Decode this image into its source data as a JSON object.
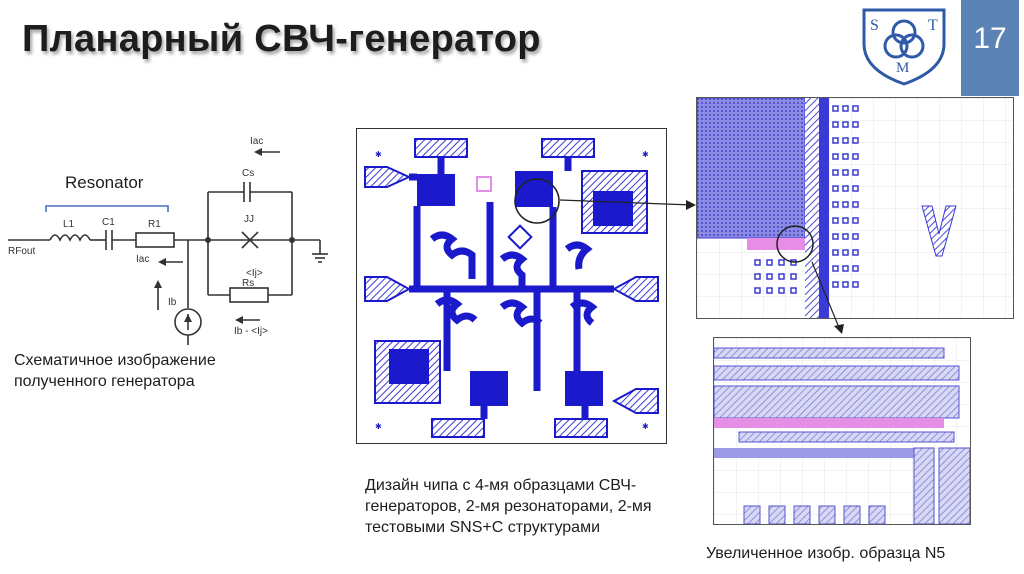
{
  "slide": {
    "title": "Планарный СВЧ-генератор",
    "page_number": "17"
  },
  "logo": {
    "letters": [
      "S",
      "T",
      "M"
    ]
  },
  "schematic": {
    "resonator_label": "Resonator",
    "labels": {
      "rfout": "RFout",
      "l1": "L1",
      "c1": "C1",
      "r1": "R1",
      "iac_top": "Iac",
      "iac_bottom": "Iac",
      "cs": "Cs",
      "jj": "JJ",
      "ij": "<Ij>",
      "rs": "Rs",
      "ib": "Ib",
      "ib_minus_ij": "Ib - <Ij>"
    }
  },
  "captions": {
    "left": "Схематичное изображение полученного генератора",
    "middle": "Дизайн чипа с 4-мя образцами СВЧ-генераторов, 2-мя резонаторами, 2-мя тестовыми SNS+C структурами",
    "right": "Увеличенное изобр. образца N5"
  },
  "colors": {
    "chip_blue": "#1a1acc",
    "hatch_blue": "#3a3ad6",
    "pink": "#e68ee6",
    "page_badge": "#5b83b5",
    "logo_blue": "#2f5aa8"
  }
}
